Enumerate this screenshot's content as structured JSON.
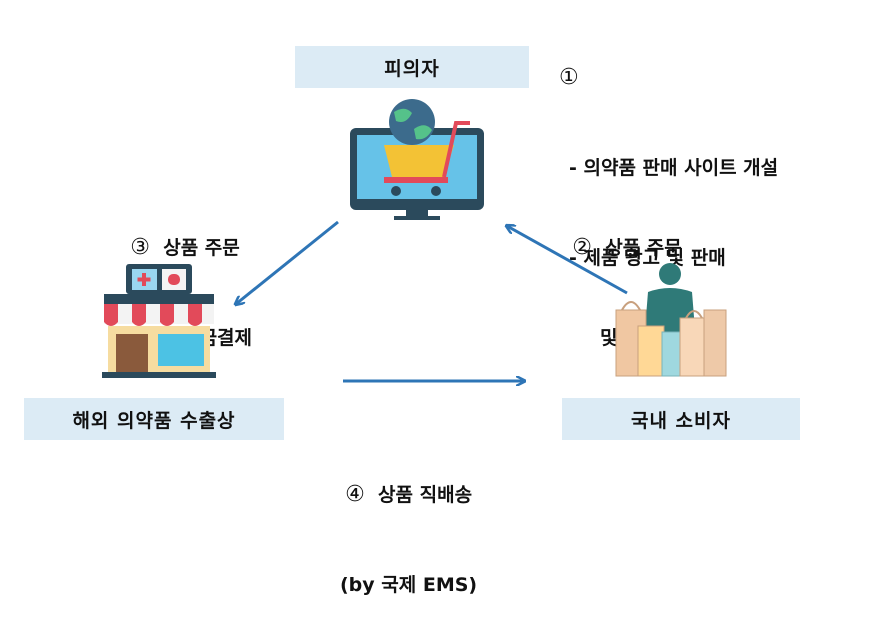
{
  "nodes": {
    "suspect": "피의자",
    "exporter": "해외 의약품 수출상",
    "consumer": "국내 소비자"
  },
  "notes": {
    "step1": {
      "num": "①",
      "line1": "- 의약품 판매 사이트 개설",
      "line2": "- 제품 광고 및 판매"
    },
    "step2": {
      "num": "②",
      "line1": "상품 주문",
      "line2": "및 대금결제"
    },
    "step3": {
      "num": "③",
      "line1": "상품 주문",
      "line2": "및 대금결제"
    },
    "step4": {
      "num": "④",
      "line1": "상품 직배송",
      "line2": "(by 국제 EMS)"
    }
  },
  "icons": [
    "computer-shopping-cart-icon",
    "pharmacy-store-icon",
    "shopper-bags-icon"
  ],
  "colors": {
    "node_fill": "#dcebf5",
    "arrow": "#2e75b6"
  }
}
